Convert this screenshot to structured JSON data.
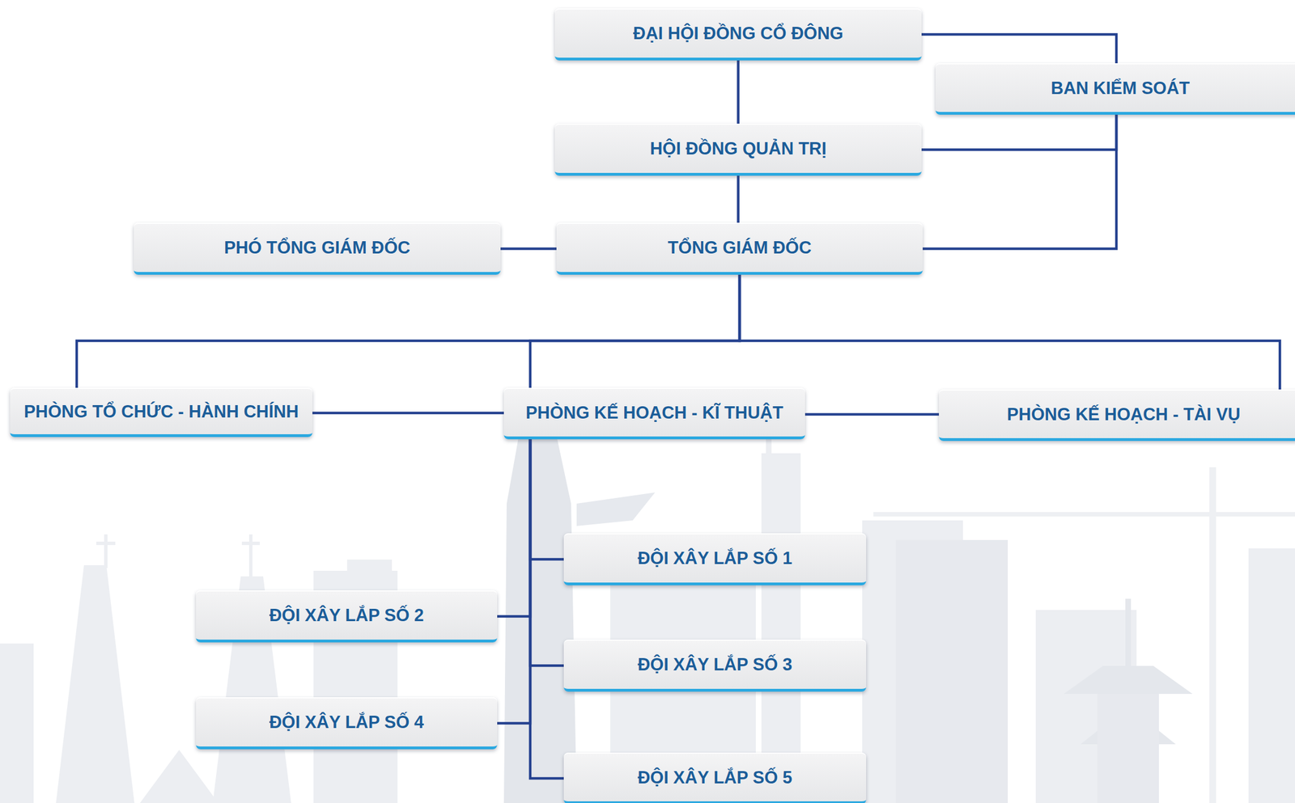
{
  "diagram": {
    "nodes": [
      {
        "text": [
          "ĐẠI HỘI ĐỒNG CỔ ĐÔNG"
        ]
      },
      {
        "text": [
          "BAN KIỂM SOÁT"
        ]
      },
      {
        "text": [
          "HỘI ĐỒNG QUẢN TRỊ"
        ]
      },
      {
        "text": [
          "PHÓ TỔNG GIÁM ĐỐC"
        ]
      },
      {
        "text": [
          "TỔNG GIÁM ĐỐC"
        ]
      },
      {
        "text": [
          "PHÒNG TỔ CHỨC - HÀNH CHÍNH"
        ]
      },
      {
        "text": [
          "PHÒNG KẾ HOẠCH - KĨ THUẬT"
        ]
      },
      {
        "text": [
          "PHÒNG KẾ HOẠCH - TÀI VỤ"
        ]
      },
      {
        "text": [
          "ĐỘI XÂY LẮP SỐ 1"
        ]
      },
      {
        "text": [
          "ĐỘI XÂY LẮP SỐ 2"
        ]
      },
      {
        "text": [
          "ĐỘI XÂY LẮP SỐ 3"
        ]
      },
      {
        "text": [
          "ĐỘI XÂY LẮP SỐ 4"
        ]
      },
      {
        "text": [
          "ĐỘI XÂY LẮP SỐ 5"
        ]
      }
    ],
    "edges": [
      {
        "from": 0,
        "to": 2,
        "arrow": "none"
      },
      {
        "from": 0,
        "to": 1,
        "arrow": "none"
      },
      {
        "from": 2,
        "to": 1,
        "arrow": "none"
      },
      {
        "from": 4,
        "to": 1,
        "arrow": "none"
      },
      {
        "from": 2,
        "to": 4,
        "arrow": "none"
      },
      {
        "from": 3,
        "to": 4,
        "arrow": "none"
      },
      {
        "from": 4,
        "to": 5,
        "arrow": "none"
      },
      {
        "from": 4,
        "to": 6,
        "arrow": "none"
      },
      {
        "from": 4,
        "to": 7,
        "arrow": "none"
      },
      {
        "from": 5,
        "to": 6,
        "arrow": "none"
      },
      {
        "from": 6,
        "to": 7,
        "arrow": "none"
      },
      {
        "from": 6,
        "to": 8,
        "arrow": "none"
      },
      {
        "from": 6,
        "to": 9,
        "arrow": "none"
      },
      {
        "from": 6,
        "to": 10,
        "arrow": "none"
      },
      {
        "from": 6,
        "to": 11,
        "arrow": "none"
      },
      {
        "from": 6,
        "to": 12,
        "arrow": "none"
      }
    ]
  }
}
